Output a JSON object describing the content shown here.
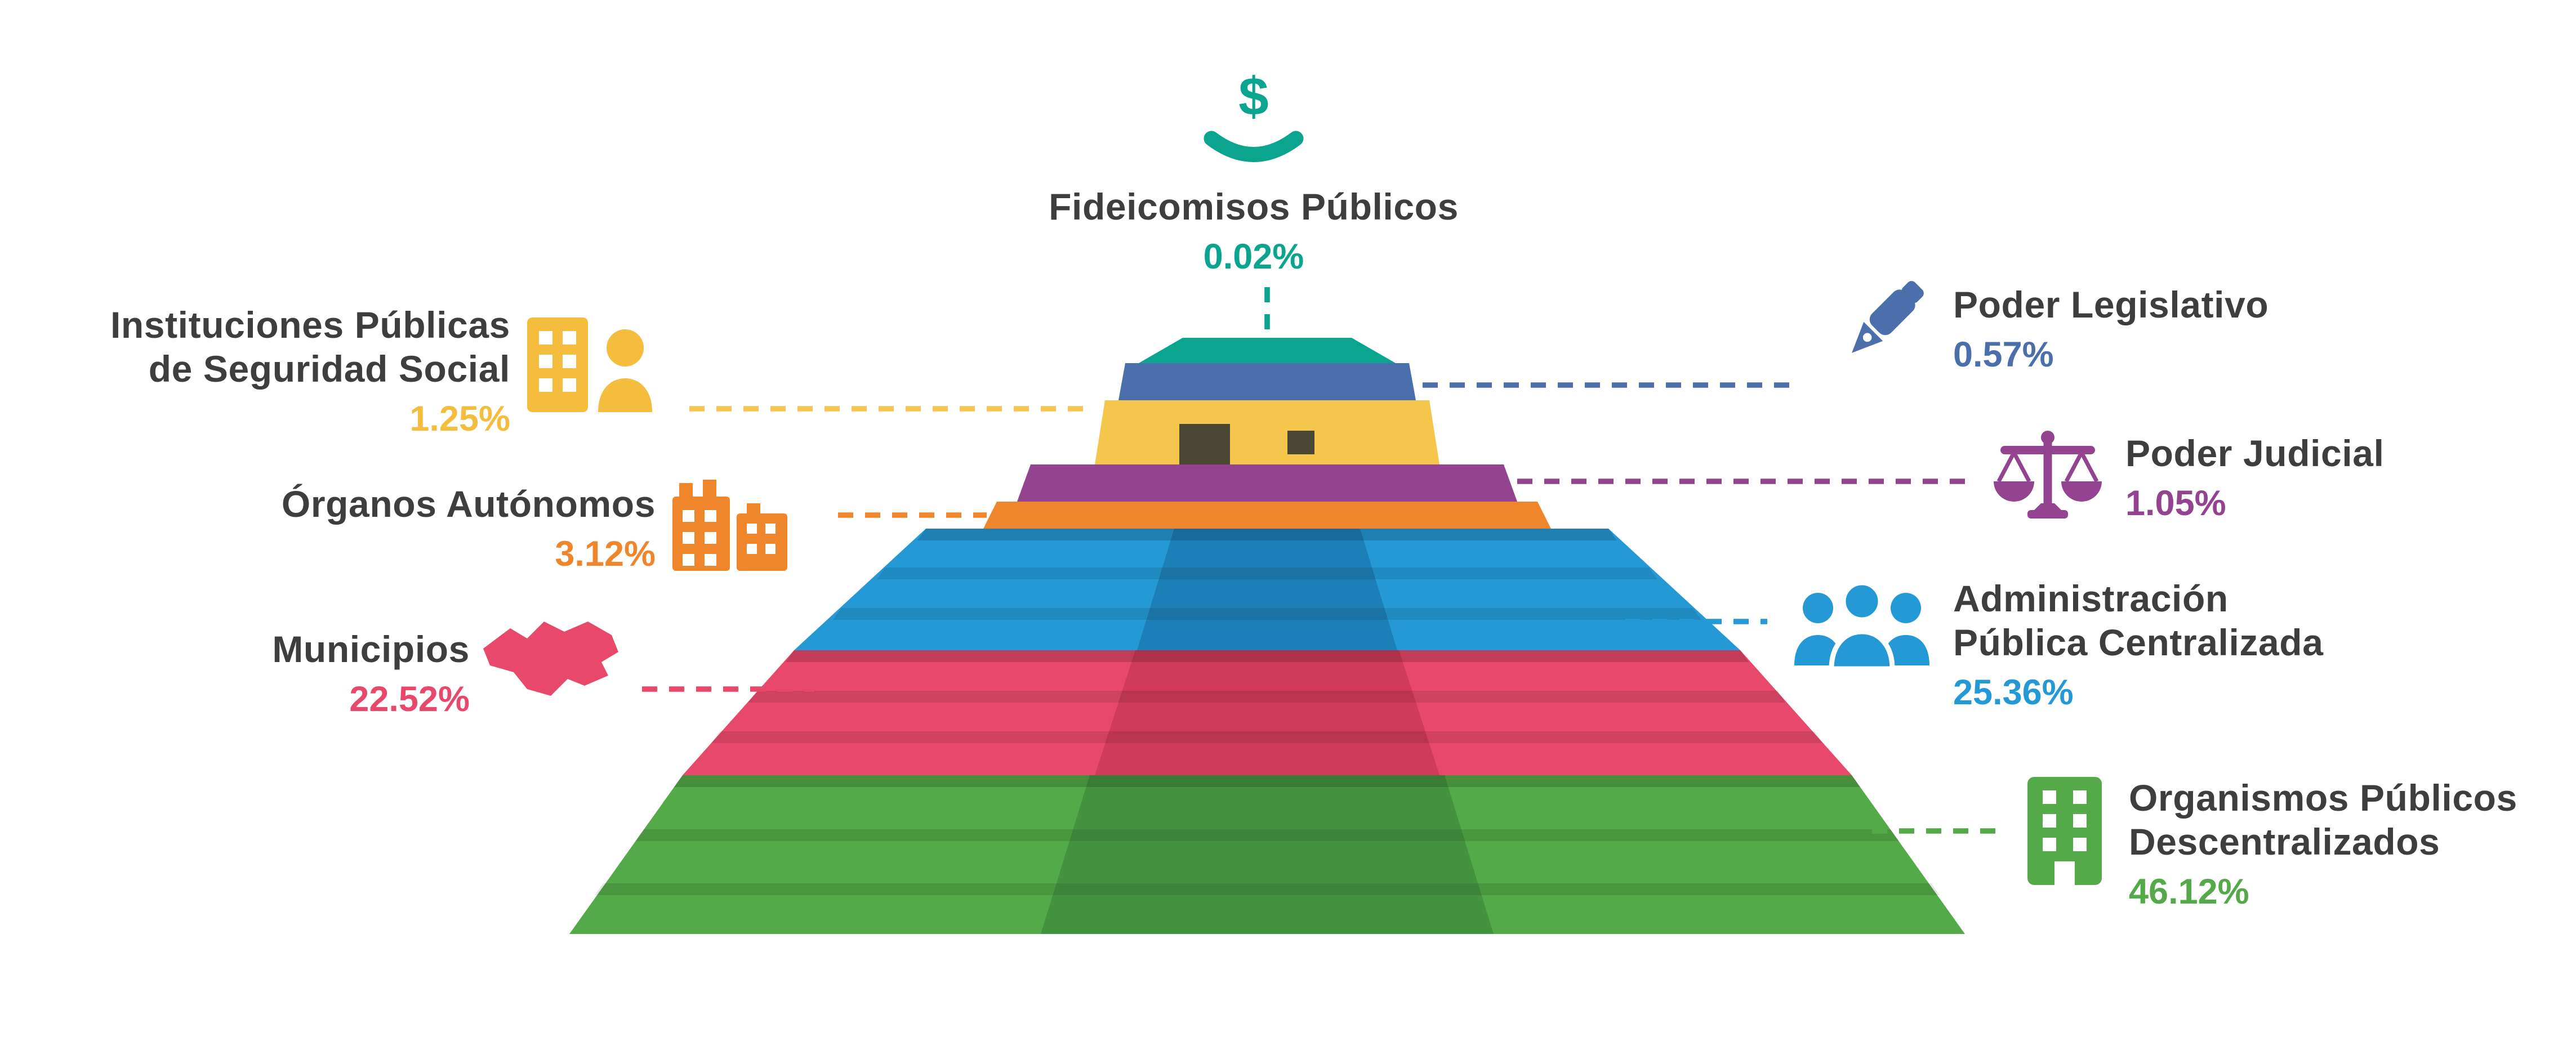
{
  "chart_data": {
    "type": "pyramid",
    "title": "",
    "unit": "%",
    "grid": false,
    "legend_position": "around",
    "layers_top_to_bottom": [
      {
        "label": "Fideicomisos Públicos",
        "value": 0.02,
        "color": "#0aa48f"
      },
      {
        "label": "Poder Legislativo",
        "value": 0.57,
        "color": "#4a6fab"
      },
      {
        "label": "Instituciones Públicas de Seguridad Social",
        "value": 1.25,
        "color": "#f4c64b"
      },
      {
        "label": "Poder Judicial",
        "value": 1.05,
        "color": "#93438f"
      },
      {
        "label": "Órganos Autónomos",
        "value": 3.12,
        "color": "#f0862c"
      },
      {
        "label": "Administración Pública Centralizada",
        "value": 25.36,
        "color": "#2499d6"
      },
      {
        "label": "Municipios",
        "value": 22.52,
        "color": "#e8486a"
      },
      {
        "label": "Organismos Públicos Descentralizados",
        "value": 46.12,
        "color": "#54a948"
      }
    ]
  },
  "colors": {
    "teal": "#0aa48f",
    "blue": "#4a6fab",
    "yellow": "#f4c64b",
    "purple": "#93438f",
    "orange": "#f0862c",
    "cyan": "#2499d6",
    "pink": "#e8486a",
    "green": "#54a948",
    "text": "#3e3e3e"
  },
  "icons": {
    "dollar_glyph": "$"
  },
  "labels": {
    "fideicomisos": {
      "title": "Fideicomisos Públicos",
      "value": "0.02%"
    },
    "legislativo": {
      "title": "Poder Legislativo",
      "value": "0.57%"
    },
    "seguridad": {
      "line1": "Instituciones Públicas",
      "line2": "de Seguridad Social",
      "value": "1.25%"
    },
    "judicial": {
      "title": "Poder Judicial",
      "value": "1.05%"
    },
    "autonomos": {
      "title": "Órganos Autónomos",
      "value": "3.12%"
    },
    "administracion": {
      "line1": "Administración",
      "line2": "Pública Centralizada",
      "value": "25.36%"
    },
    "municipios": {
      "title": "Municipios",
      "value": "22.52%"
    },
    "descentralizados": {
      "line1": "Organismos Públicos",
      "line2": "Descentralizados",
      "value": "46.12%"
    }
  }
}
